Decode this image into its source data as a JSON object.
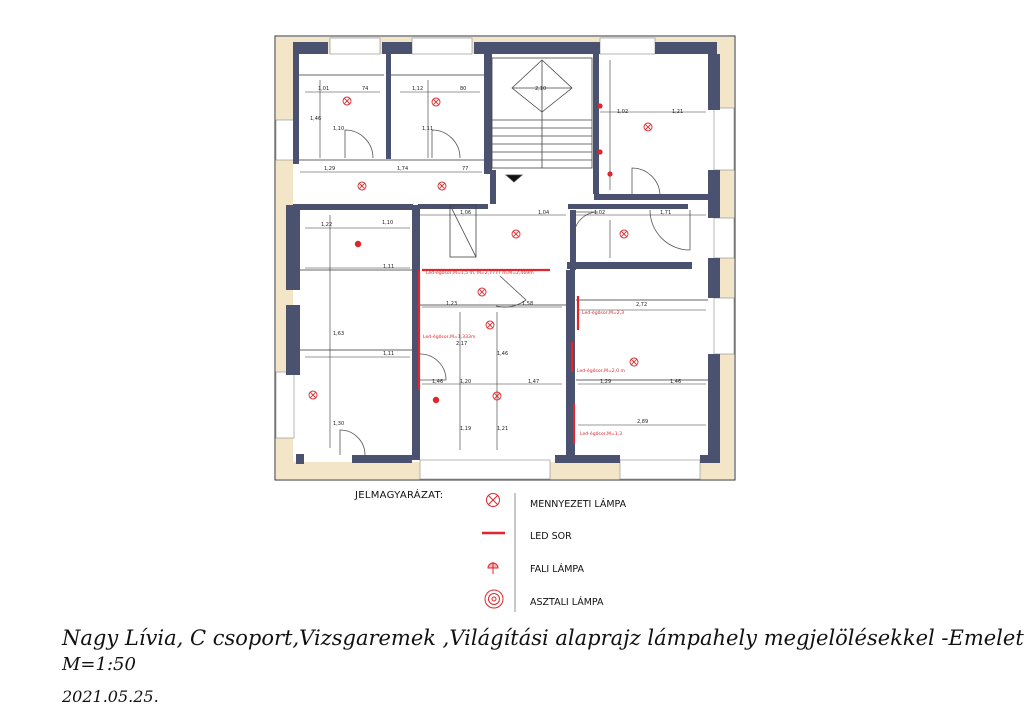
{
  "legend": {
    "title": "JELMAGYARÁZAT:",
    "items": [
      {
        "label": "MENNYEZETI LÁMPA",
        "icon": "ceiling-lamp-icon"
      },
      {
        "label": "LED SOR",
        "icon": "led-strip-icon"
      },
      {
        "label": "FALI LÁMPA",
        "icon": "wall-lamp-icon"
      },
      {
        "label": "ASZTALI LÁMPA",
        "icon": "table-lamp-icon"
      }
    ]
  },
  "footer": {
    "line1": "Nagy Lívia, C csoport,Vizsgaremek ,Világítási alaprajz lámpahely megjelölésekkel -Emelet",
    "line2": "M=1:50",
    "line3": "2021.05.25."
  },
  "plan": {
    "dimensions": [
      "1,01",
      "74",
      "1,12",
      "80",
      "2,10",
      "1,02",
      "1,21",
      "1,46",
      "1,10",
      "1,11",
      "1,29",
      "1,74",
      "77",
      "1,22",
      "1,10",
      "1,06",
      "1,04",
      "1,02",
      "1,71",
      "1,11",
      "1,23",
      "1,58",
      "2,72",
      "1,63",
      "1,20",
      "1,47",
      "1,29",
      "1,46",
      "1,11",
      "2,89",
      "1,30",
      "1,19",
      "1,21",
      "2,17",
      "1,46",
      "1,46"
    ],
    "led_labels": [
      "Led-égősor,M=1,5 m, M=2,7777 m,M=2,469m",
      "Led-égősor,M=1,333m",
      "Led-égősor,M=2,3",
      "Led-égősor,M=2,0 m",
      "Led-égősor,M=1,3"
    ]
  },
  "colors": {
    "wall": "#4a5270",
    "frame": "#f1e3c3",
    "lamp": "#e0262b",
    "led": "#e0262b",
    "dim": "#222222"
  }
}
